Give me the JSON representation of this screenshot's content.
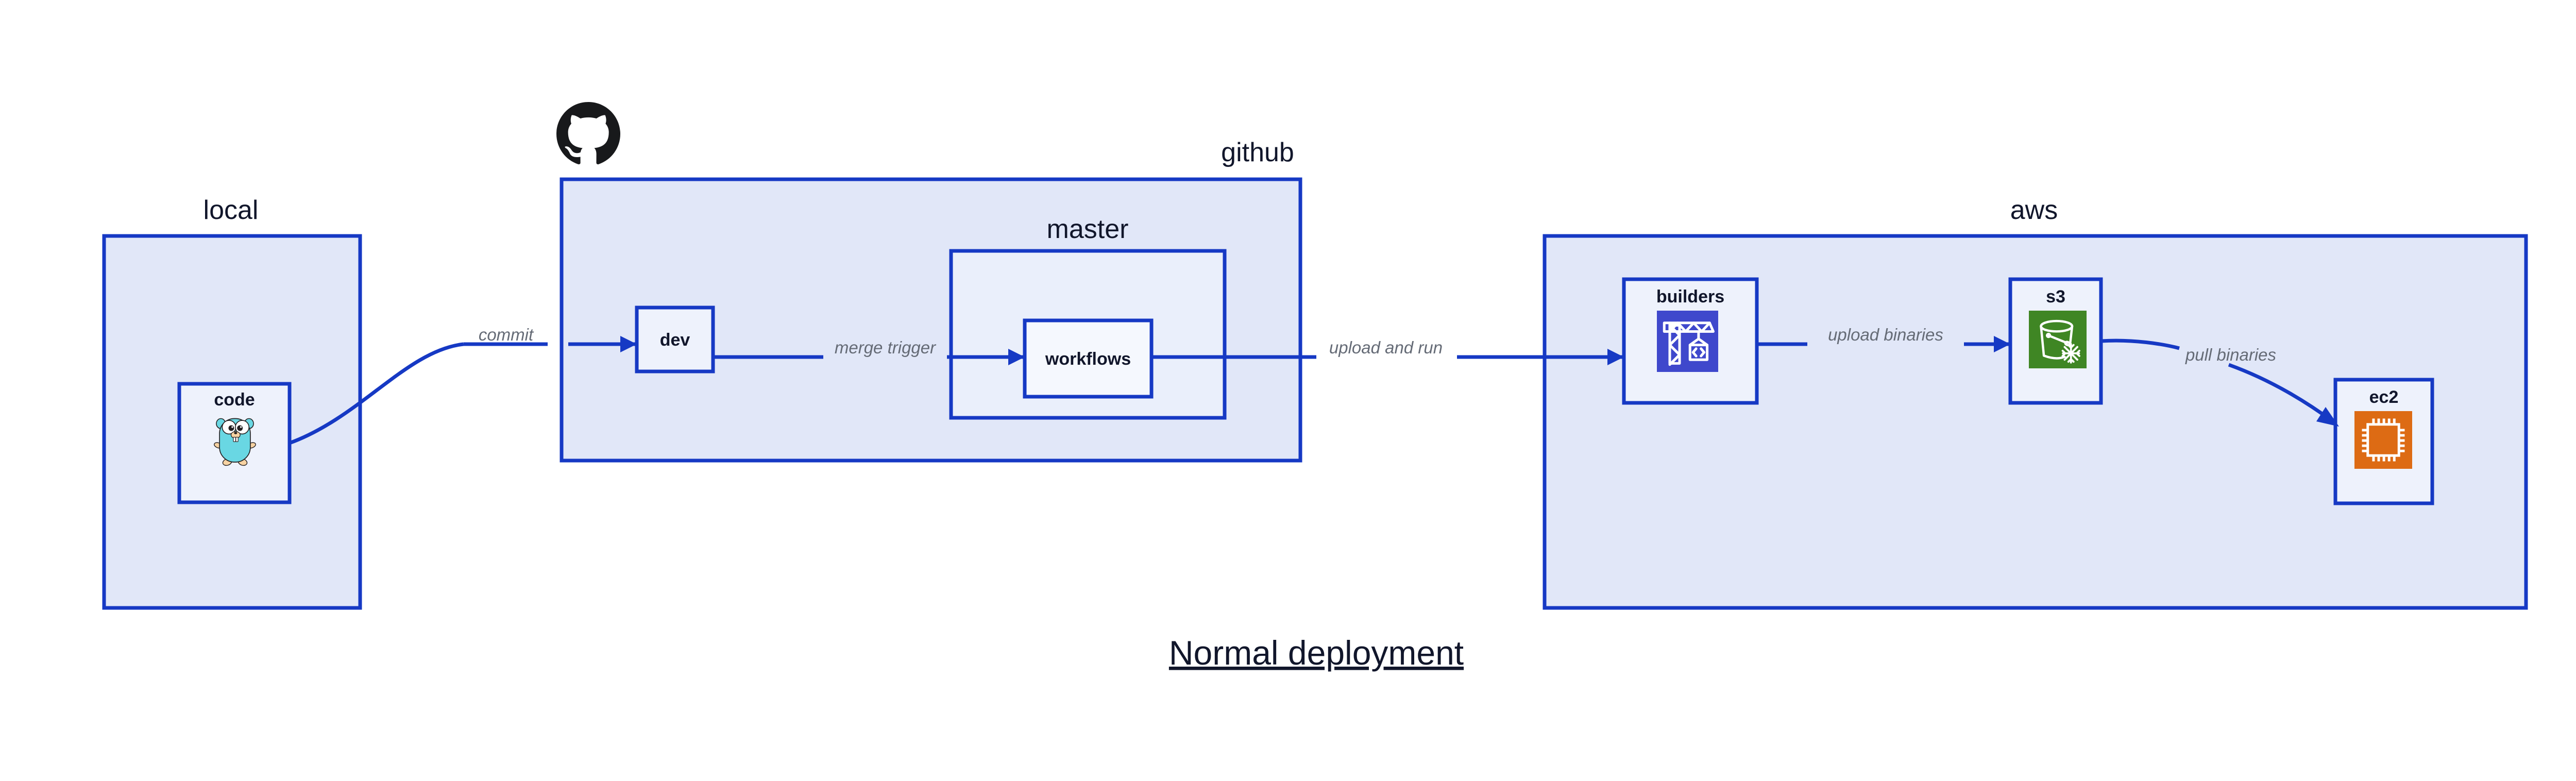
{
  "diagram": {
    "title": "Normal deployment",
    "groups": [
      {
        "id": "local",
        "label": "local",
        "nodes": [
          {
            "id": "code",
            "label": "code",
            "icon": "go-gopher-icon"
          }
        ]
      },
      {
        "id": "github",
        "label": "github",
        "icon": "github-octocat-icon",
        "nodes": [
          {
            "id": "dev",
            "label": "dev",
            "icon": "none"
          }
        ],
        "subgroups": [
          {
            "id": "master",
            "label": "master",
            "nodes": [
              {
                "id": "workflows",
                "label": "workflows",
                "icon": "none"
              }
            ]
          }
        ]
      },
      {
        "id": "aws",
        "label": "aws",
        "nodes": [
          {
            "id": "builders",
            "label": "builders",
            "icon": "aws-codebuild-icon"
          },
          {
            "id": "s3",
            "label": "s3",
            "icon": "aws-s3-glacier-icon"
          },
          {
            "id": "ec2",
            "label": "ec2",
            "icon": "aws-ec2-icon"
          }
        ]
      }
    ],
    "edges": [
      {
        "id": "commit",
        "label": "commit",
        "from": "code",
        "to": "dev"
      },
      {
        "id": "merge-trigger",
        "label": "merge trigger",
        "from": "dev",
        "to": "workflows"
      },
      {
        "id": "upload-and-run",
        "label": "upload and run",
        "from": "workflows",
        "to": "builders"
      },
      {
        "id": "upload-binaries",
        "label": "upload binaries",
        "from": "builders",
        "to": "s3"
      },
      {
        "id": "pull-binaries",
        "label": "pull binaries",
        "from": "s3",
        "to": "ec2"
      }
    ],
    "colors": {
      "group_fill": "#e1e7f8",
      "subgroup_fill": "#eaeffb",
      "node_fill": "#eef2fc",
      "border": "#1639c4",
      "edge": "#1639c4",
      "edge_label": "#656b76",
      "text": "#11162b",
      "codebuild": "#3f48cc",
      "s3": "#3f8624",
      "ec2": "#dd6b14",
      "gopher": "#69d7e3"
    }
  }
}
